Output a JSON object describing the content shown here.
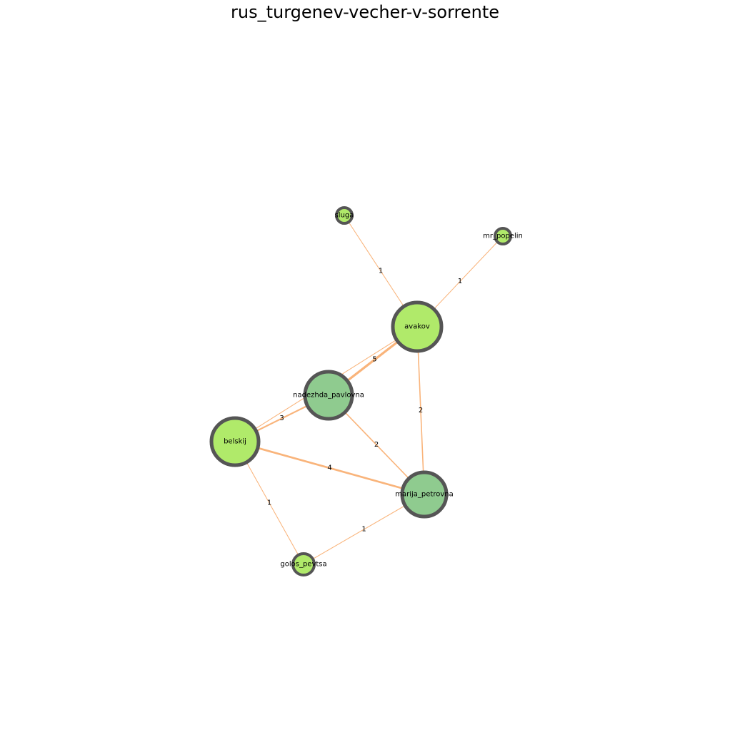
{
  "title": "rus_turgenev-vecher-v-sorrente",
  "colors": {
    "edge": "#f9b47b",
    "node_stroke": "#555555",
    "node_light": "#b0ea6a",
    "node_dark": "#8fcb8f"
  },
  "nodes": [
    {
      "id": "sluga",
      "label": "sluga",
      "fill": "light"
    },
    {
      "id": "mr_popelin",
      "label": "mr_popelin",
      "fill": "light"
    },
    {
      "id": "avakov",
      "label": "avakov",
      "fill": "light"
    },
    {
      "id": "nadezhda_pavlovna",
      "label": "nadezhda_pavlovna",
      "fill": "dark"
    },
    {
      "id": "belskij",
      "label": "belskij",
      "fill": "light"
    },
    {
      "id": "marija_petrovna",
      "label": "marija_petrovna",
      "fill": "dark"
    },
    {
      "id": "golos_pevtsa",
      "label": "golos_pevtsa",
      "fill": "light"
    }
  ],
  "edges": [
    {
      "source": "sluga",
      "target": "avakov",
      "weight": 1,
      "label": "1"
    },
    {
      "source": "mr_popelin",
      "target": "avakov",
      "weight": 1,
      "label": "1"
    },
    {
      "source": "avakov",
      "target": "nadezhda_pavlovna",
      "weight": 5,
      "label": "5"
    },
    {
      "source": "avakov",
      "target": "marija_petrovna",
      "weight": 2,
      "label": "2"
    },
    {
      "source": "avakov",
      "target": "belskij",
      "weight": 1,
      "label": ""
    },
    {
      "source": "nadezhda_pavlovna",
      "target": "belskij",
      "weight": 3,
      "label": "3"
    },
    {
      "source": "nadezhda_pavlovna",
      "target": "marija_petrovna",
      "weight": 2,
      "label": "2"
    },
    {
      "source": "belskij",
      "target": "marija_petrovna",
      "weight": 4,
      "label": "4"
    },
    {
      "source": "belskij",
      "target": "golos_pevtsa",
      "weight": 1,
      "label": "1"
    },
    {
      "source": "marija_petrovna",
      "target": "golos_pevtsa",
      "weight": 1,
      "label": "1"
    }
  ]
}
